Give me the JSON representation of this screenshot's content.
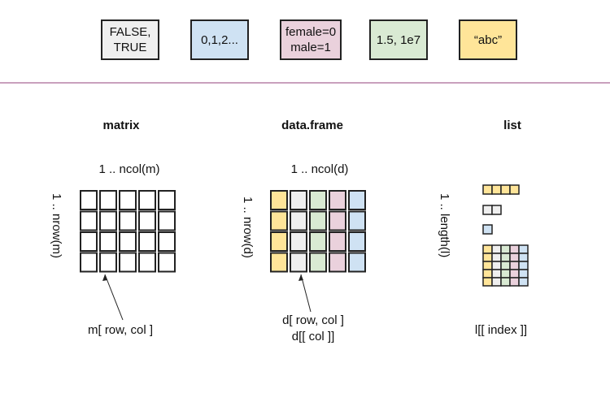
{
  "type_boxes": [
    {
      "label": "FALSE,\nTRUE",
      "color": "#efefef"
    },
    {
      "label": "0,1,2...",
      "color": "#cfe2f3"
    },
    {
      "label": "female=0\nmale=1",
      "color": "#ead1dc"
    },
    {
      "label": "1.5, 1e7",
      "color": "#d9ead3"
    },
    {
      "label": "“abc”",
      "color": "#ffe599"
    }
  ],
  "colors": {
    "divider": "#c9a0bd",
    "matrix_cell": "#ffffff",
    "column_fills": [
      "#ffe599",
      "#efefef",
      "#d9ead3",
      "#ead1dc",
      "#cfe2f3"
    ]
  },
  "matrix": {
    "title": "matrix",
    "col_label": "1 .. ncol(m)",
    "row_label": "1 .. nrow(m)",
    "index_label": "m[ row, col ]",
    "rows": 4,
    "cols": 5
  },
  "dataframe": {
    "title": "data.frame",
    "col_label": "1 .. ncol(d)",
    "row_label": "1 .. nrow(d)",
    "index_label_1": "d[ row, col ]",
    "index_label_2": "d[[ col ]]",
    "rows": 4,
    "cols": 5
  },
  "list": {
    "title": "list",
    "row_label": "1 .. length(l)",
    "index_label": "l[[ index ]]"
  }
}
